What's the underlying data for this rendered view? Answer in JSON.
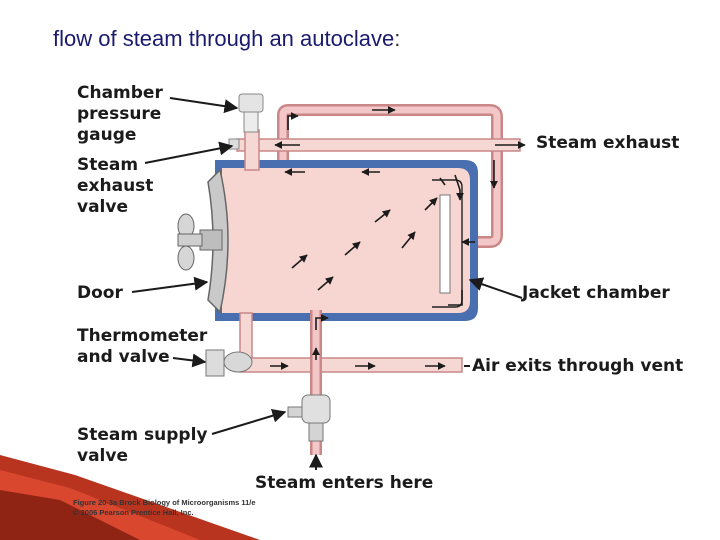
{
  "slide": {
    "title_text": "flow of steam through an autoclave",
    "title_colon": ":"
  },
  "labels": {
    "chamber_pressure_gauge": "Chamber\npressure\ngauge",
    "steam_exhaust_valve": "Steam\nexhaust\nvalve",
    "door": "Door",
    "thermometer_and_valve": "Thermometer\nand valve",
    "steam_supply_valve": "Steam supply\nvalve",
    "steam_exhaust": "Steam exhaust",
    "jacket_chamber": "Jacket chamber",
    "air_exits": "Air exits through vent",
    "steam_enters": "Steam enters here"
  },
  "credit": {
    "line1": "Figure 20-3a Brock Biology of Microorganisms 11/e",
    "line2": "© 2006 Pearson Prentice Hall, Inc."
  },
  "colors": {
    "title": "#1a1a6e",
    "jacket": "#4a6fb0",
    "chamber": "#f7d6d1",
    "pipe": "#d08a8a",
    "pipe_fill": "#f5cfcf",
    "corner_accent": "#c0392b"
  }
}
